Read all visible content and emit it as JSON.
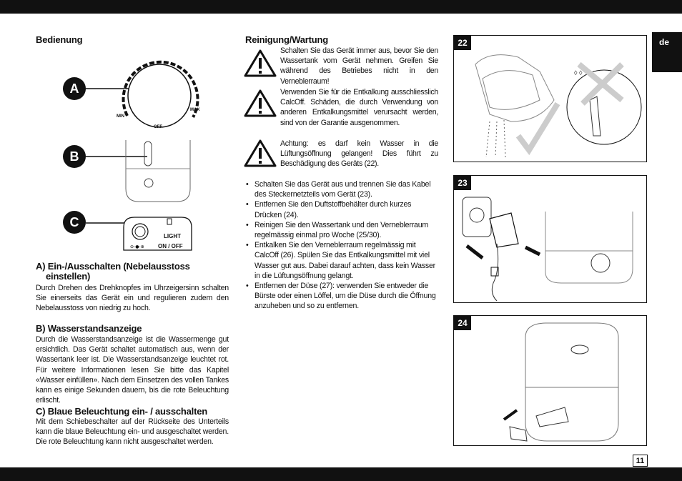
{
  "left_column": {
    "heading": "Bedienung",
    "labels": {
      "a": "A",
      "b": "B",
      "c": "C"
    },
    "dial": {
      "min": "MIN",
      "off": "OFF",
      "max": "MAX"
    },
    "switch": {
      "light": "LIGHT",
      "on_off": "ON / OFF"
    },
    "section_a": {
      "title_line1": "A) Ein-/Ausschalten (Nebelausstoss",
      "title_line2": "einstellen)",
      "text": "Durch Drehen des Drehknopfes im Uhrzeigersinn schalten Sie einerseits das Gerät ein und regulieren zudem den Nebelausstoss von niedrig zu hoch."
    },
    "section_b": {
      "title": "B) Wasserstandsanzeige",
      "text": "Durch die Wasserstandsanzeige ist die Wassermenge gut ersichtlich. Das Gerät schaltet automatisch aus, wenn der Wassertank leer ist. Die Wasserstandsanzeige leuchtet rot. Für weitere Informationen lesen Sie bitte das Kapitel «Wasser einfüllen». Nach dem Einsetzen des vollen Tankes kann es einige Sekunden dauern, bis die rote Beleuchtung erlischt."
    },
    "section_c": {
      "title": "C) Blaue Beleuchtung ein- / ausschalten",
      "text": "Mit dem Schiebeschalter auf der Rückseite des Unterteils kann die blaue Beleuchtung ein- und ausgeschaltet werden. Die rote Beleuchtung kann nicht ausgeschaltet werden."
    }
  },
  "middle_column": {
    "heading": "Reinigung/Wartung",
    "warnings": [
      "Schalten Sie das Gerät immer aus, bevor Sie den Wassertank vom Gerät nehmen. Greifen Sie während des Betriebes nicht in den Verneblerraum!",
      "Verwenden Sie für die Entkalkung ausschliesslich CalcOff. Schäden, die durch Verwendung von anderen Entkalkungsmittel verursacht werden, sind von der Garantie ausgenommen.",
      "Achtung: es darf kein Wasser in die Lüftungsöffnung gelangen! Dies führt zu Beschädigung des Geräts (22)."
    ],
    "bullets": [
      "Schalten Sie das Gerät aus und trennen Sie das Kabel des Steckernetzteils vom Gerät (23).",
      "Entfernen Sie den Duftstoffbehälter durch kurzes Drücken (24).",
      "Reinigen Sie den Wassertank und den Verneblerraum regelmässig einmal pro Woche (25/30).",
      "Entkalken Sie den Verneblerraum regelmässig mit CalcOff (26). Spülen Sie das Entkalkungsmittel mit viel Wasser gut aus. Dabei darauf achten, dass kein Wasser in die Lüftungsöffnung gelangt.",
      "Entfernen der Düse (27): verwenden Sie entweder die Bürste oder einen Löffel, um die Düse durch die Öffnung anzuheben und so zu entfernen."
    ]
  },
  "figures": {
    "f22": "22",
    "f23": "23",
    "f24": "24"
  },
  "lang_tab": "de",
  "page_number": "11"
}
